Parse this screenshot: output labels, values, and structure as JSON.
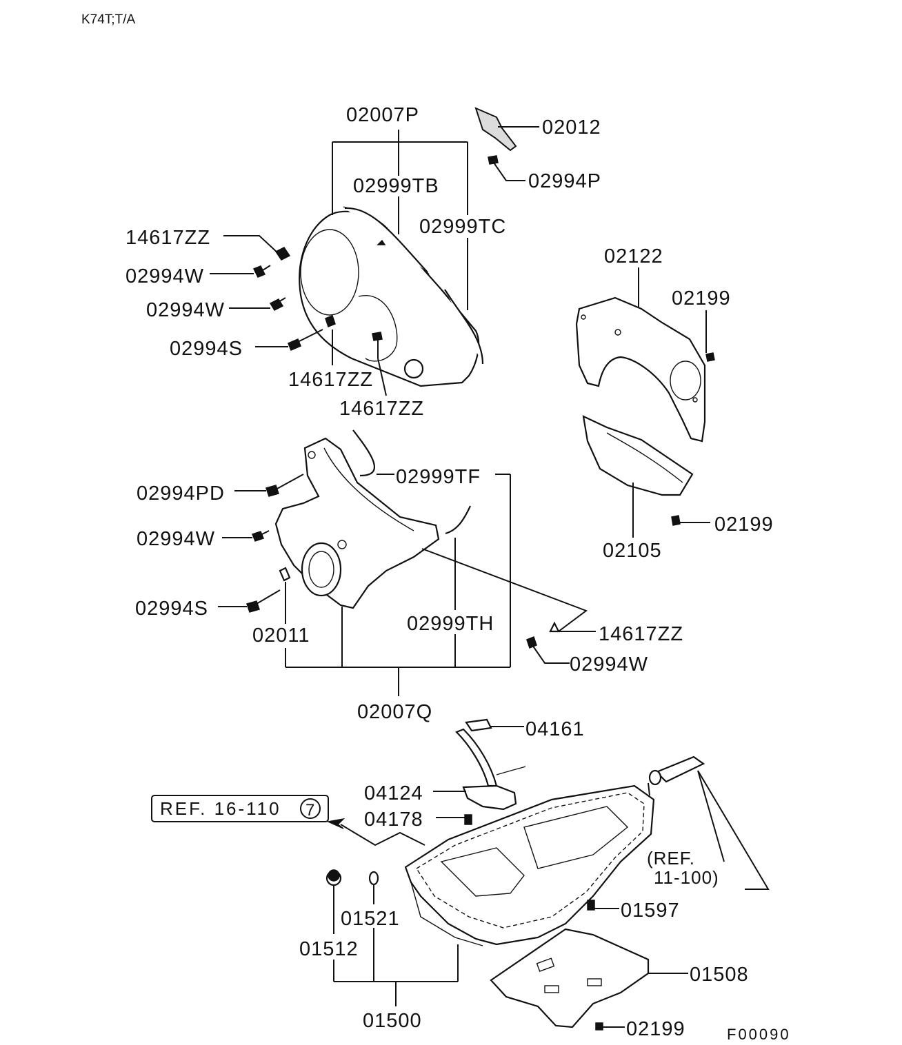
{
  "header": {
    "model": "K74T;T/A"
  },
  "labels": {
    "p02007P": "02007P",
    "p02012": "02012",
    "p02994P": "02994P",
    "p02999TB": "02999TB",
    "p02999TC": "02999TC",
    "p14617ZZ_a": "14617ZZ",
    "p02994W_a": "02994W",
    "p02994W_b": "02994W",
    "p02994S_a": "02994S",
    "p14617ZZ_b": "14617ZZ",
    "p14617ZZ_c": "14617ZZ",
    "p02122": "02122",
    "p02199_a": "02199",
    "p02199_b": "02199",
    "p02105": "02105",
    "p02999TF": "02999TF",
    "p02994PD": "02994PD",
    "p02994W_c": "02994W",
    "p02994S_b": "02994S",
    "p02011": "02011",
    "p02999TH": "02999TH",
    "p14617ZZ_d": "14617ZZ",
    "p02994W_d": "02994W",
    "p02007Q": "02007Q",
    "p04161": "04161",
    "p04124": "04124",
    "p04178": "04178",
    "ref_16_110": "REF. 16-110",
    "ref_circle": "7",
    "ref_11_100_a": "(REF.",
    "ref_11_100_b": "11-100)",
    "p01597": "01597",
    "p01521": "01521",
    "p01512": "01512",
    "p01508": "01508",
    "p01500": "01500",
    "p02199_c": "02199"
  },
  "footer": {
    "figure_code": "F00090"
  }
}
